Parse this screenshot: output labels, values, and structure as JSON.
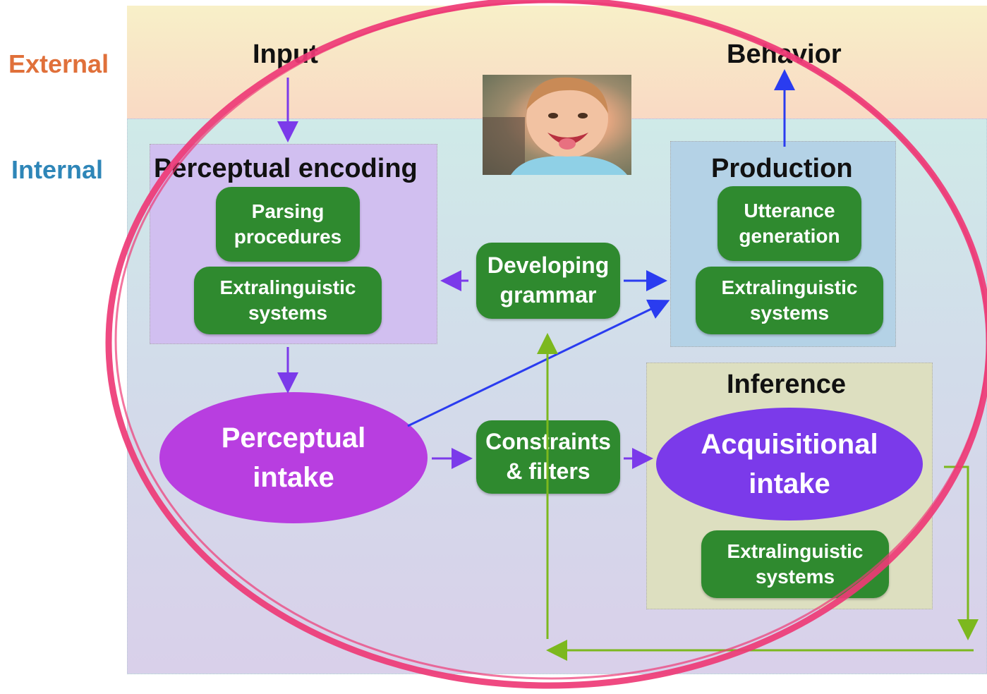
{
  "levels": {
    "external": "External",
    "internal": "Internal"
  },
  "nodes": {
    "input": "Input",
    "behavior": "Behavior",
    "perceptual_encoding": {
      "title": "Perceptual encoding",
      "parsing_line1": "Parsing",
      "parsing_line2": "procedures",
      "extra_line1": "Extralinguistic",
      "extra_line2": "systems"
    },
    "production": {
      "title": "Production",
      "utterance_line1": "Utterance",
      "utterance_line2": "generation",
      "extra_line1": "Extralinguistic",
      "extra_line2": "systems"
    },
    "developing_grammar": {
      "line1": "Developing",
      "line2": "grammar"
    },
    "perceptual_intake": {
      "line1": "Perceptual",
      "line2": "intake"
    },
    "constraints": {
      "line1": "Constraints",
      "line2": "& filters"
    },
    "inference": {
      "title": "Inference",
      "acq_line1": "Acquisitional",
      "acq_line2": "intake",
      "extra_line1": "Extralinguistic",
      "extra_line2": "systems"
    }
  },
  "colors": {
    "external_label": "#e0703a",
    "internal_label": "#2e86b8",
    "green_box": "#2f8a2f",
    "perceptual_intake": "#b83ee0",
    "acquisitional_intake": "#7b3aea",
    "arrow_purple": "#7b3aea",
    "arrow_blue": "#2a3cf0",
    "arrow_green": "#7cb81e",
    "circle": "#ee3a76"
  },
  "icons": {
    "photo": "smiling-child-photo"
  }
}
